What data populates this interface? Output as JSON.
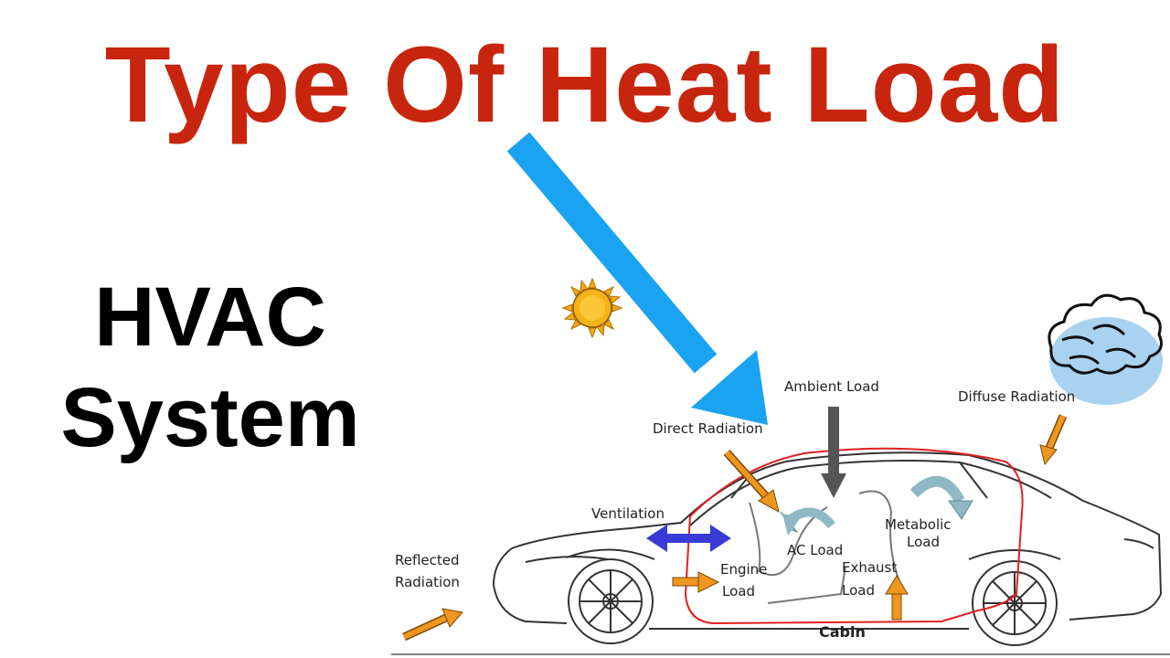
{
  "title": "Type Of Heat Load",
  "subtitle": {
    "line1": "HVAC",
    "line2": "System"
  },
  "diagram": {
    "labels": {
      "ambient_load": "Ambient Load",
      "direct_radiation": "Direct Radiation",
      "diffuse_radiation": "Diffuse Radiation",
      "ventilation": "Ventilation",
      "metabolic_load_1": "Metabolic",
      "metabolic_load_2": "Load",
      "ac_load": "AC Load",
      "engine_load_1": "Engine",
      "engine_load_2": "Load",
      "exhaust_load_1": "Exhaust",
      "exhaust_load_2": "Load",
      "reflected_radiation_1": "Reflected",
      "reflected_radiation_2": "Radiation",
      "cabin": "Cabin"
    },
    "icons": [
      "sun-icon",
      "cloud-icon",
      "car-outline"
    ],
    "colors": {
      "title": "#c8250e",
      "pointer_arrow": "#1aa3f0",
      "heat_arrow": "#f0961e",
      "ventilation_arrow": "#3a3ad6",
      "ambient_arrow": "#555555",
      "ac_arrow": "#8fb8c4",
      "cabin_outline": "#e02020",
      "cloud": "#a9d2f0"
    }
  }
}
